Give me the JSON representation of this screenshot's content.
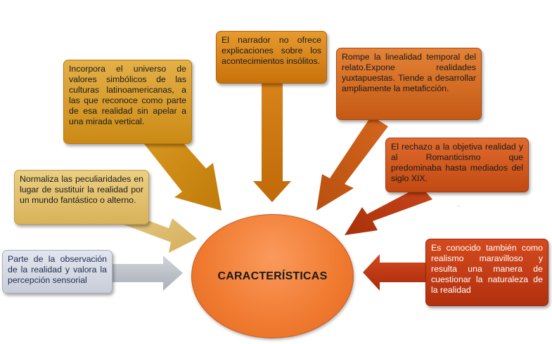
{
  "center": {
    "label": "CARACTERÍSTICAS"
  },
  "boxes": [
    {
      "id": "b1",
      "text": "Incorpora el universo de valores simbólicos de las culturas latinoamericanas, a las que reconoce como parte de esa realidad sin apelar a una mirada vertical.",
      "color": "#d4961f"
    },
    {
      "id": "b2",
      "text": "El narrador no ofrece explicaciones sobre los acontecimientos insólitos.",
      "color": "#d67f12"
    },
    {
      "id": "b3",
      "text": "Rompe la linealidad temporal del relato.Expone realidades yuxtapuestas. Tiende a desarrollar ampliamente la metaficción.",
      "color": "#d2681e"
    },
    {
      "id": "b4",
      "text": "El rechazo a la objetiva realidad y al Romanticismo que predominaba hasta mediados del siglo XIX.",
      "color": "#cf5518"
    },
    {
      "id": "b5",
      "text": "Normaliza las peculiaridades en lugar de sustituir la realidad por un mundo fantástico o alterno.",
      "color": "#e0be6a"
    },
    {
      "id": "b6",
      "text": "Parte de la observación de la realidad y valora la percepción sensorial",
      "color": "#d3d8e0"
    },
    {
      "id": "b7",
      "text": "Es conocido también como realismo maravilloso y resulta una manera de cuestionar la naturaleza de la realidad",
      "color": "#c23c14"
    }
  ],
  "arrow_colors": [
    "#c8890f",
    "#c86f0c",
    "#c4571a",
    "#b8380e",
    "#dcb868",
    "#c2c6cc",
    "#c03212"
  ]
}
